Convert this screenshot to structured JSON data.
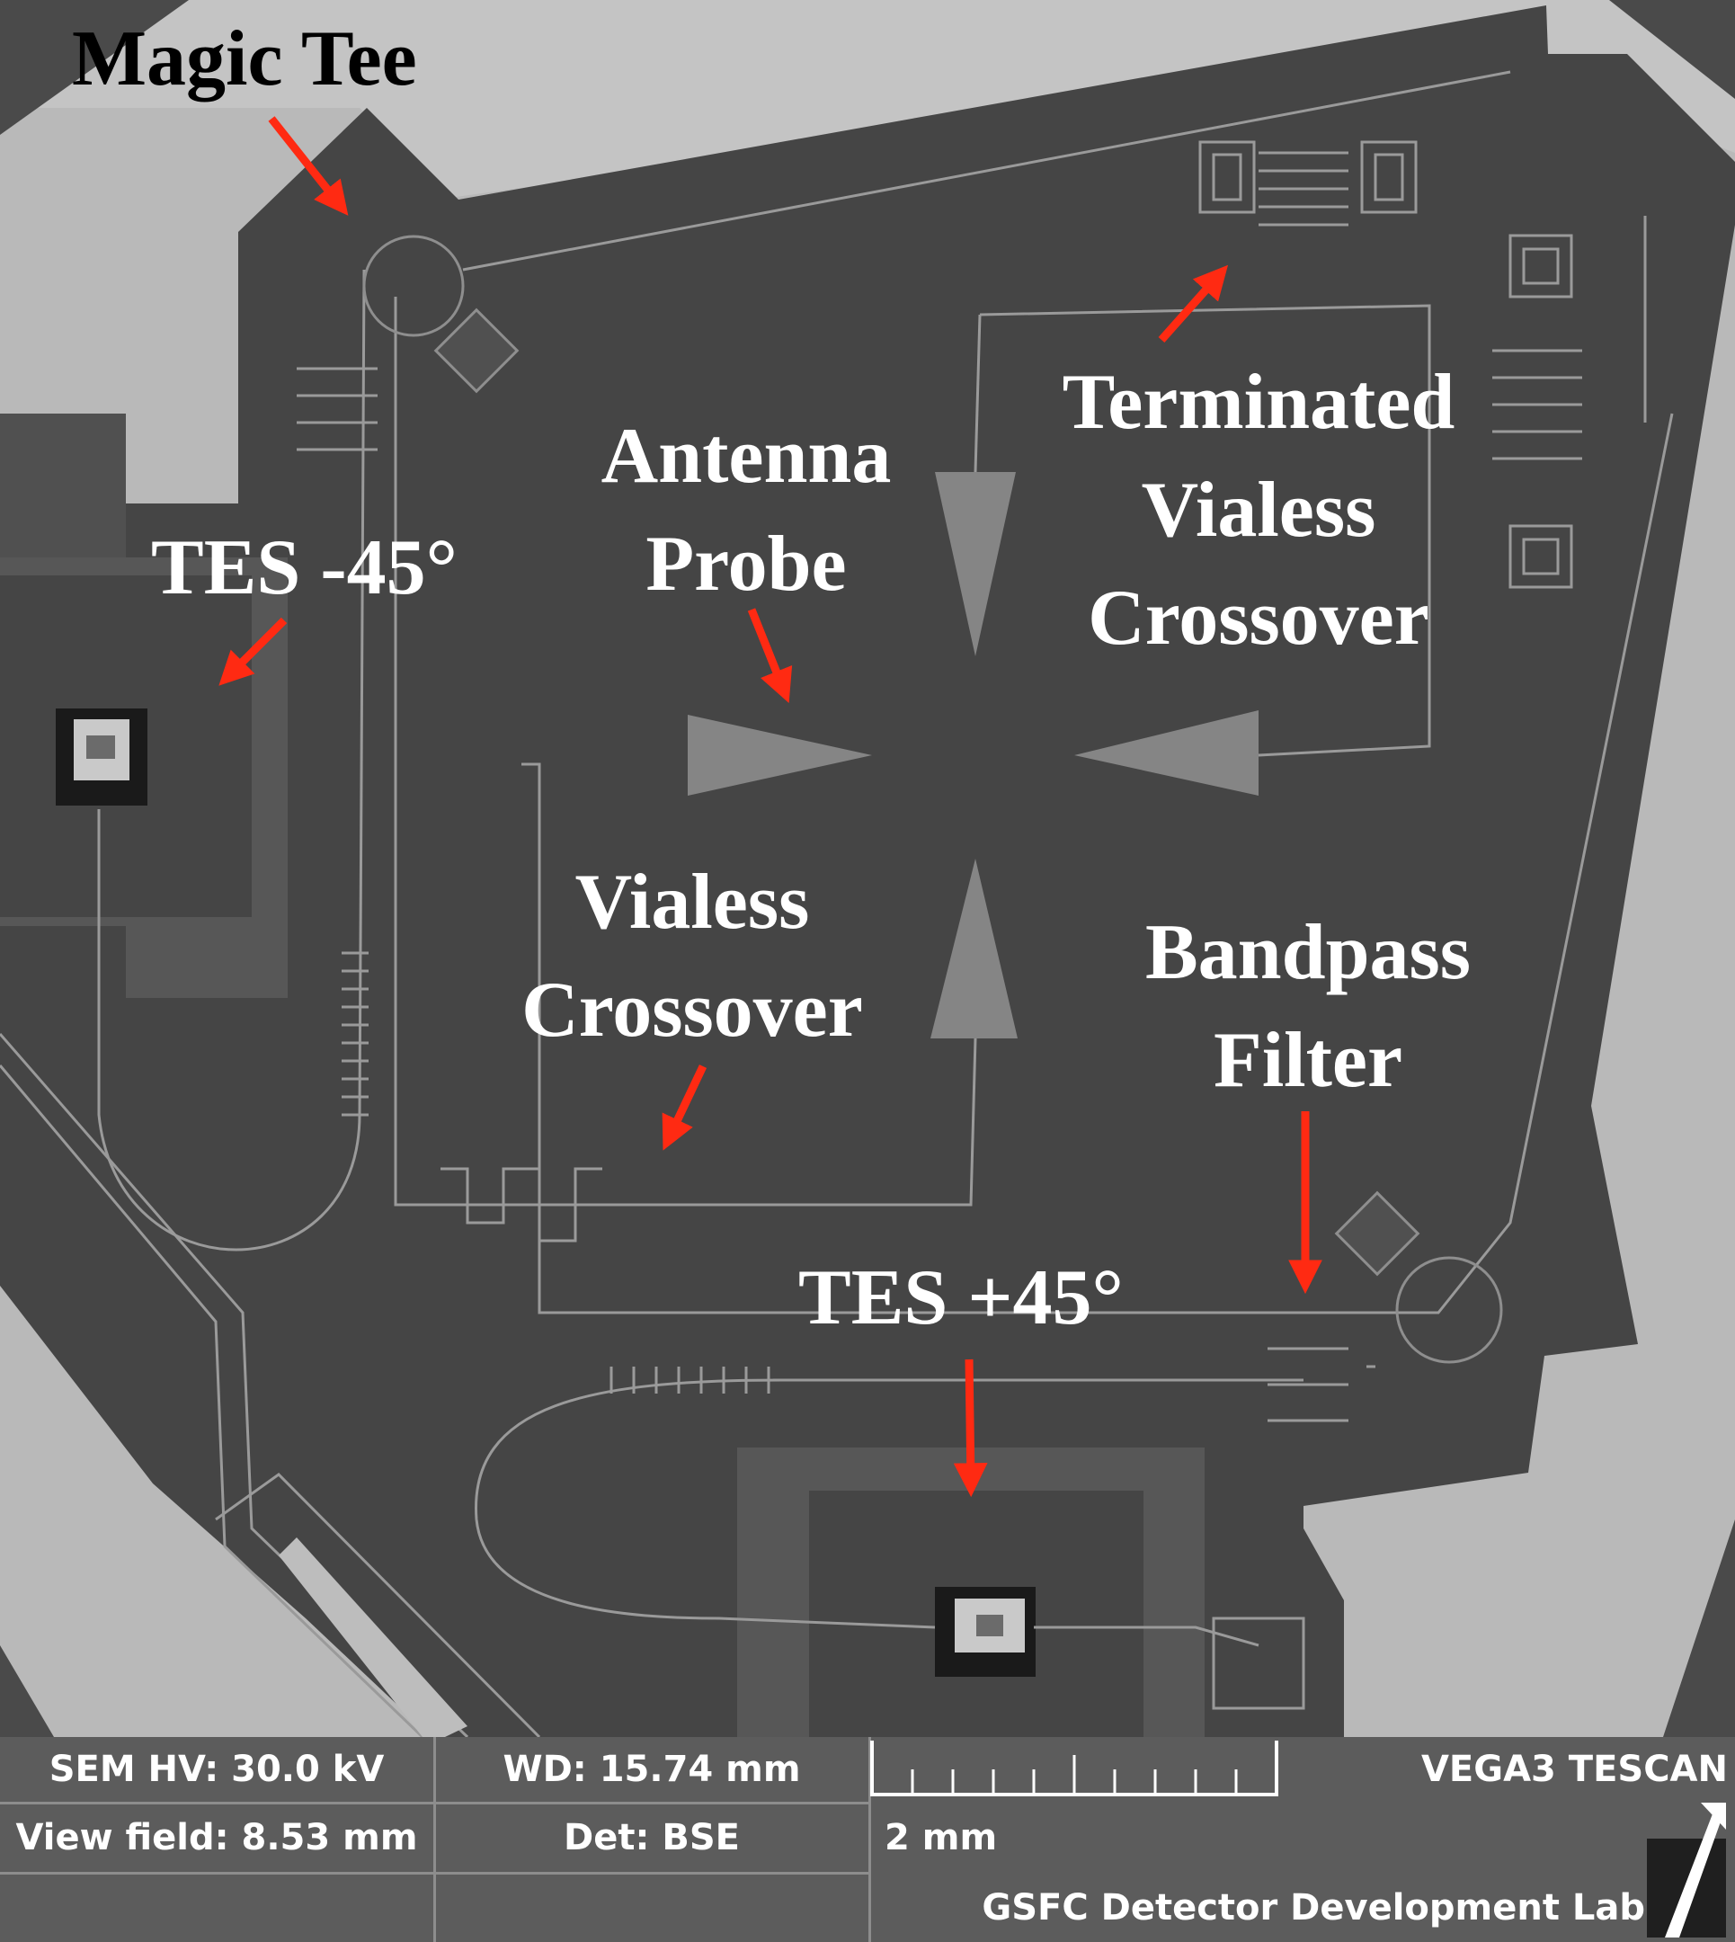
{
  "annotations": {
    "magic_tee": [
      "Magic Tee"
    ],
    "antenna_probe": [
      "Antenna",
      "Probe"
    ],
    "terminated_crossover": [
      "Terminated",
      "Vialess",
      "Crossover"
    ],
    "tes_minus": [
      "TES -45°"
    ],
    "vialess_crossover": [
      "Vialess",
      "Crossover"
    ],
    "bandpass_filter": [
      "Bandpass",
      "Filter"
    ],
    "tes_plus": [
      "TES +45°"
    ]
  },
  "infobar": {
    "hv": "SEM HV: 30.0 kV",
    "wd": "WD: 15.74 mm",
    "brand": "VEGA3 TESCAN",
    "view_field": "View field: 8.53 mm",
    "detector": "Det: BSE",
    "scale_label": "2 mm",
    "lab": "GSFC Detector Development Lab"
  },
  "colors": {
    "arrow": "#ff2a12",
    "chip": "#454545",
    "background": "#b8b8b8",
    "metal": "#8a8a8a",
    "trace": "#9a9a9a",
    "infobar": "#5c5c5c"
  }
}
